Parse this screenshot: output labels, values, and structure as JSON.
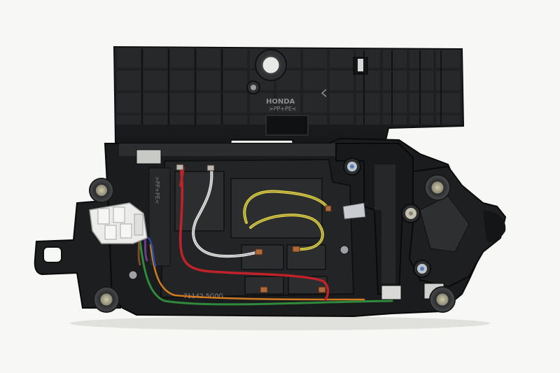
{
  "photo": {
    "subject": "automotive electronic module",
    "background_color": "#f7f7f6",
    "housing_color": "#1c1d1e",
    "embossed_text_color": "#8a8c8e"
  },
  "lid": {
    "brand_text": "HONDA",
    "material_text": ">PP+PE<"
  },
  "housing": {
    "part_number_text": "71142-5G0G",
    "side_material_text": ">PP+PE<"
  },
  "wires": {
    "colors": {
      "red": "#c0222a",
      "white": "#e4e4e2",
      "yellow": "#d8cc4a",
      "green": "#2f8a3c",
      "orange": "#d07a22",
      "blue": "#2a4aa8",
      "purple": "#6a3c8a",
      "brown": "#7a4a2a"
    }
  },
  "connector": {
    "color": "#ececea"
  }
}
